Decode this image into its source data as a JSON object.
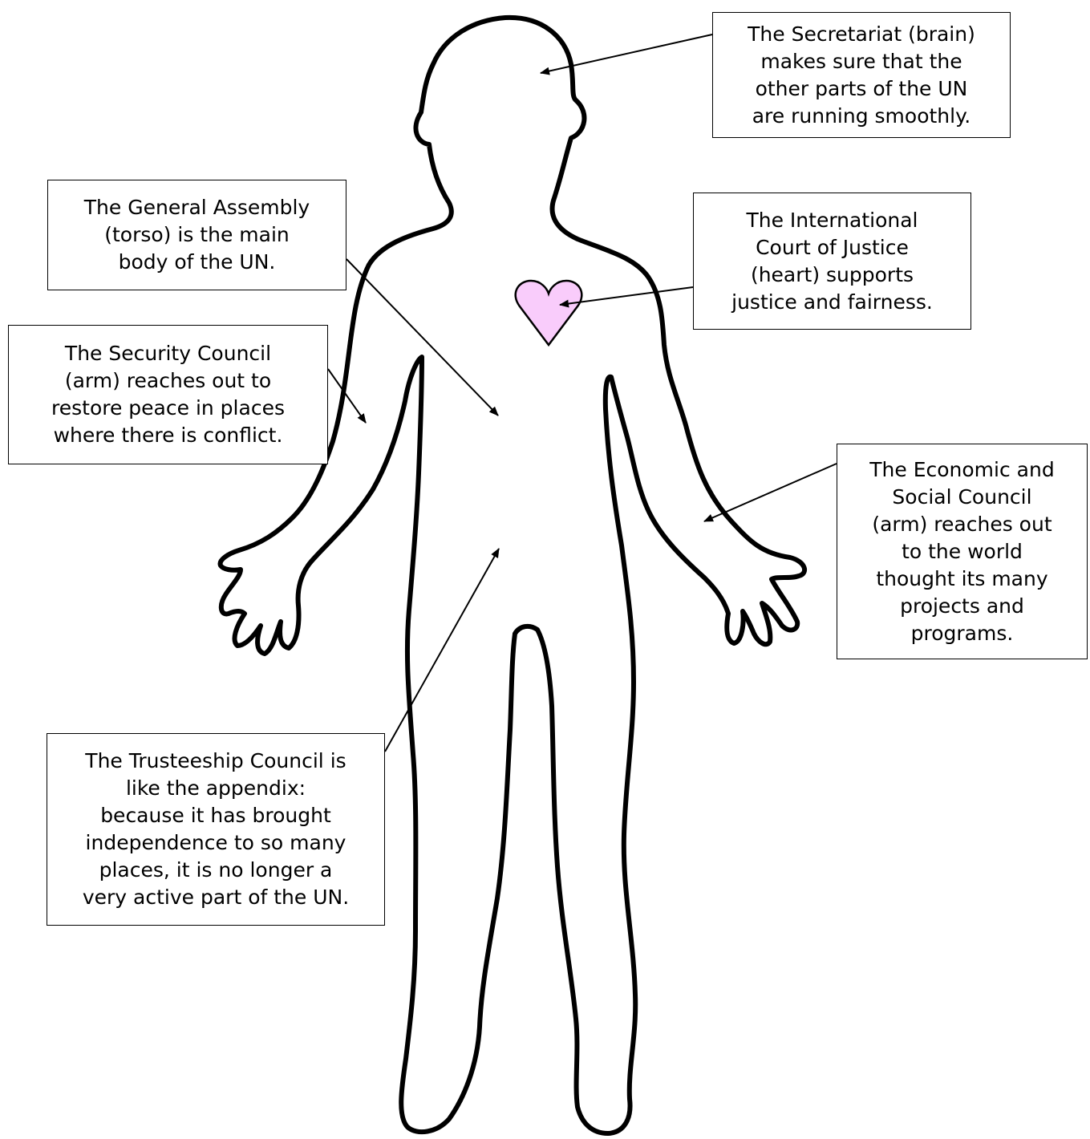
{
  "diagram": {
    "colors": {
      "outline": "#000000",
      "heart_fill": "#f9ccfb",
      "box_border": "#000000",
      "background": "#ffffff"
    },
    "labels": {
      "secretariat": "The Secretariat (brain)\nmakes sure that the\nother parts of the UN\nare running smoothly.",
      "general_assembly": "The General Assembly\n(torso) is the main\nbody of the UN.",
      "icj": "The International\nCourt of Justice\n(heart) supports\njustice and fairness.",
      "security_council": "The Security Council\n(arm) reaches out to\nrestore peace in places\nwhere there is conflict.",
      "ecosoc": "The Economic and\nSocial Council\n(arm) reaches out\nto the world\nthought its many\nprojects and\nprograms.",
      "trusteeship": "The Trusteeship Council is\nlike the appendix:\nbecause it has brought\nindependence to so many\nplaces, it is no longer a\nvery active part of the UN."
    }
  }
}
